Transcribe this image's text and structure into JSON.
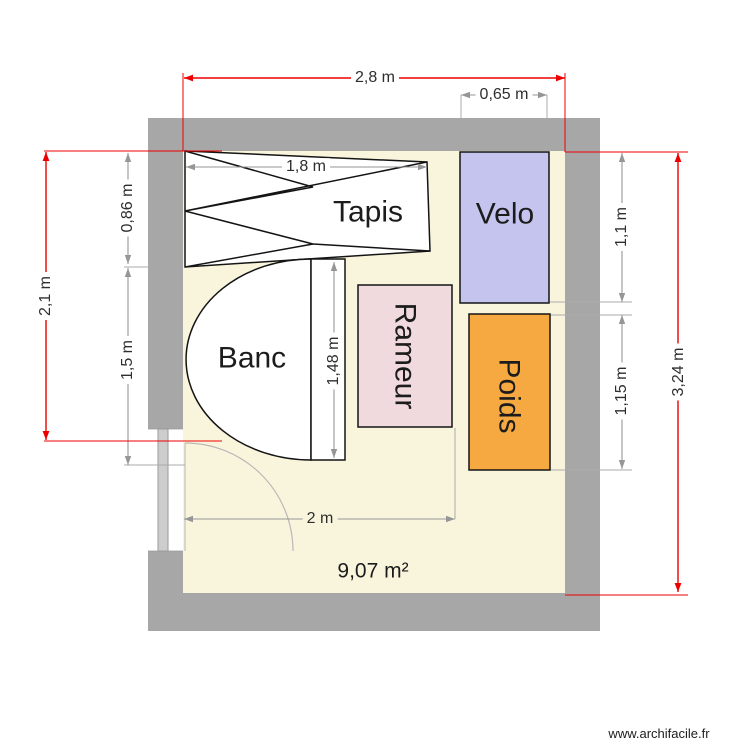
{
  "meta": {
    "watermark": "www.archifacile.fr"
  },
  "room": {
    "area_label": "9,07 m²"
  },
  "furniture": [
    {
      "id": "tapis",
      "label": "Tapis"
    },
    {
      "id": "velo",
      "label": "Velo"
    },
    {
      "id": "banc",
      "label": "Banc"
    },
    {
      "id": "rameur",
      "label": "Rameur"
    },
    {
      "id": "poids",
      "label": "Poids"
    }
  ],
  "dimensions": {
    "red": {
      "top_width": "2,8 m",
      "left_height": "2,1 m",
      "right_height": "3,24 m"
    },
    "gray": {
      "velo_width": "0,65 m",
      "tapis_width": "1,8 m",
      "tapis_depth": "0,86 m",
      "banc_zone": "1,5 m",
      "velo_height": "1,1 m",
      "poids_height": "1,15 m",
      "banc_length": "1,48 m",
      "door_wall_width": "2 m"
    }
  },
  "colors": {
    "wall": "#a7a7a7",
    "floor": "#f9f5dd",
    "velo": "#c4c4ef",
    "rameur": "#f1dade",
    "poids": "#f7a941",
    "dim_red": "#ee0000",
    "dim_gray": "#969696",
    "ext_gray": "#ababab",
    "outline": "#141414",
    "label": "#1c1c1c",
    "dim_text": "#2e2e2e",
    "door_stripe": "#cdcdcd",
    "arc": "#b8b8b8"
  }
}
